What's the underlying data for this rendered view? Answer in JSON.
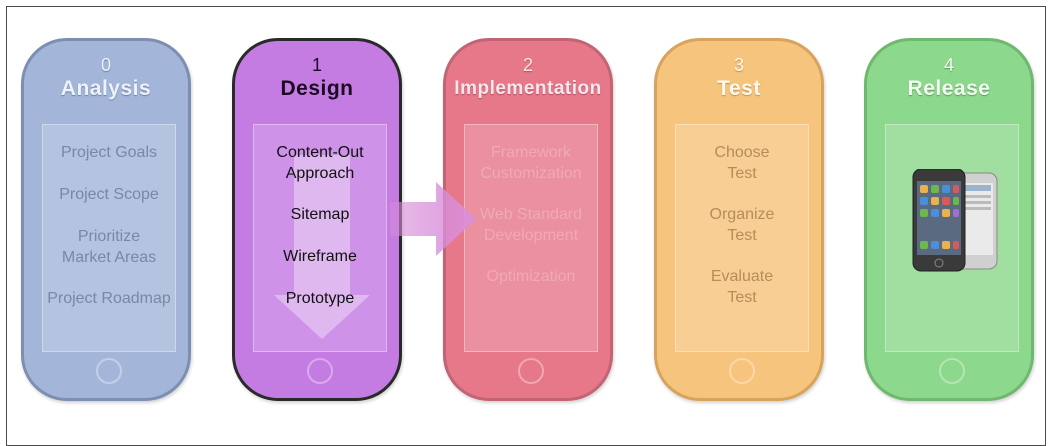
{
  "stages": [
    {
      "number": "0",
      "title": "Analysis",
      "items": [
        "Project Goals",
        "Project Scope",
        "Prioritize\nMarket Areas",
        "Project Roadmap"
      ]
    },
    {
      "number": "1",
      "title": "Design",
      "items": [
        "Content-Out\nApproach",
        "Sitemap",
        "Wireframe",
        "Prototype"
      ]
    },
    {
      "number": "2",
      "title": "Implementation",
      "items": [
        "Framework\nCustomization",
        "Web Standard\nDevelopment",
        "Optimization"
      ]
    },
    {
      "number": "3",
      "title": "Test",
      "items": [
        "Choose\nTest",
        "Organize\nTest",
        "Evaluate\nTest"
      ]
    },
    {
      "number": "4",
      "title": "Release",
      "items": []
    }
  ],
  "colors": {
    "analysis": "#a3b6d9",
    "design": "#c47ce3",
    "implementation": "#e6788a",
    "test": "#f7c47d",
    "release": "#8cd88c",
    "arrow": "#d98ad6"
  },
  "icons": [
    "down-arrow-icon",
    "right-arrow-icon",
    "smartphone-devices-icon",
    "home-button-icon"
  ]
}
